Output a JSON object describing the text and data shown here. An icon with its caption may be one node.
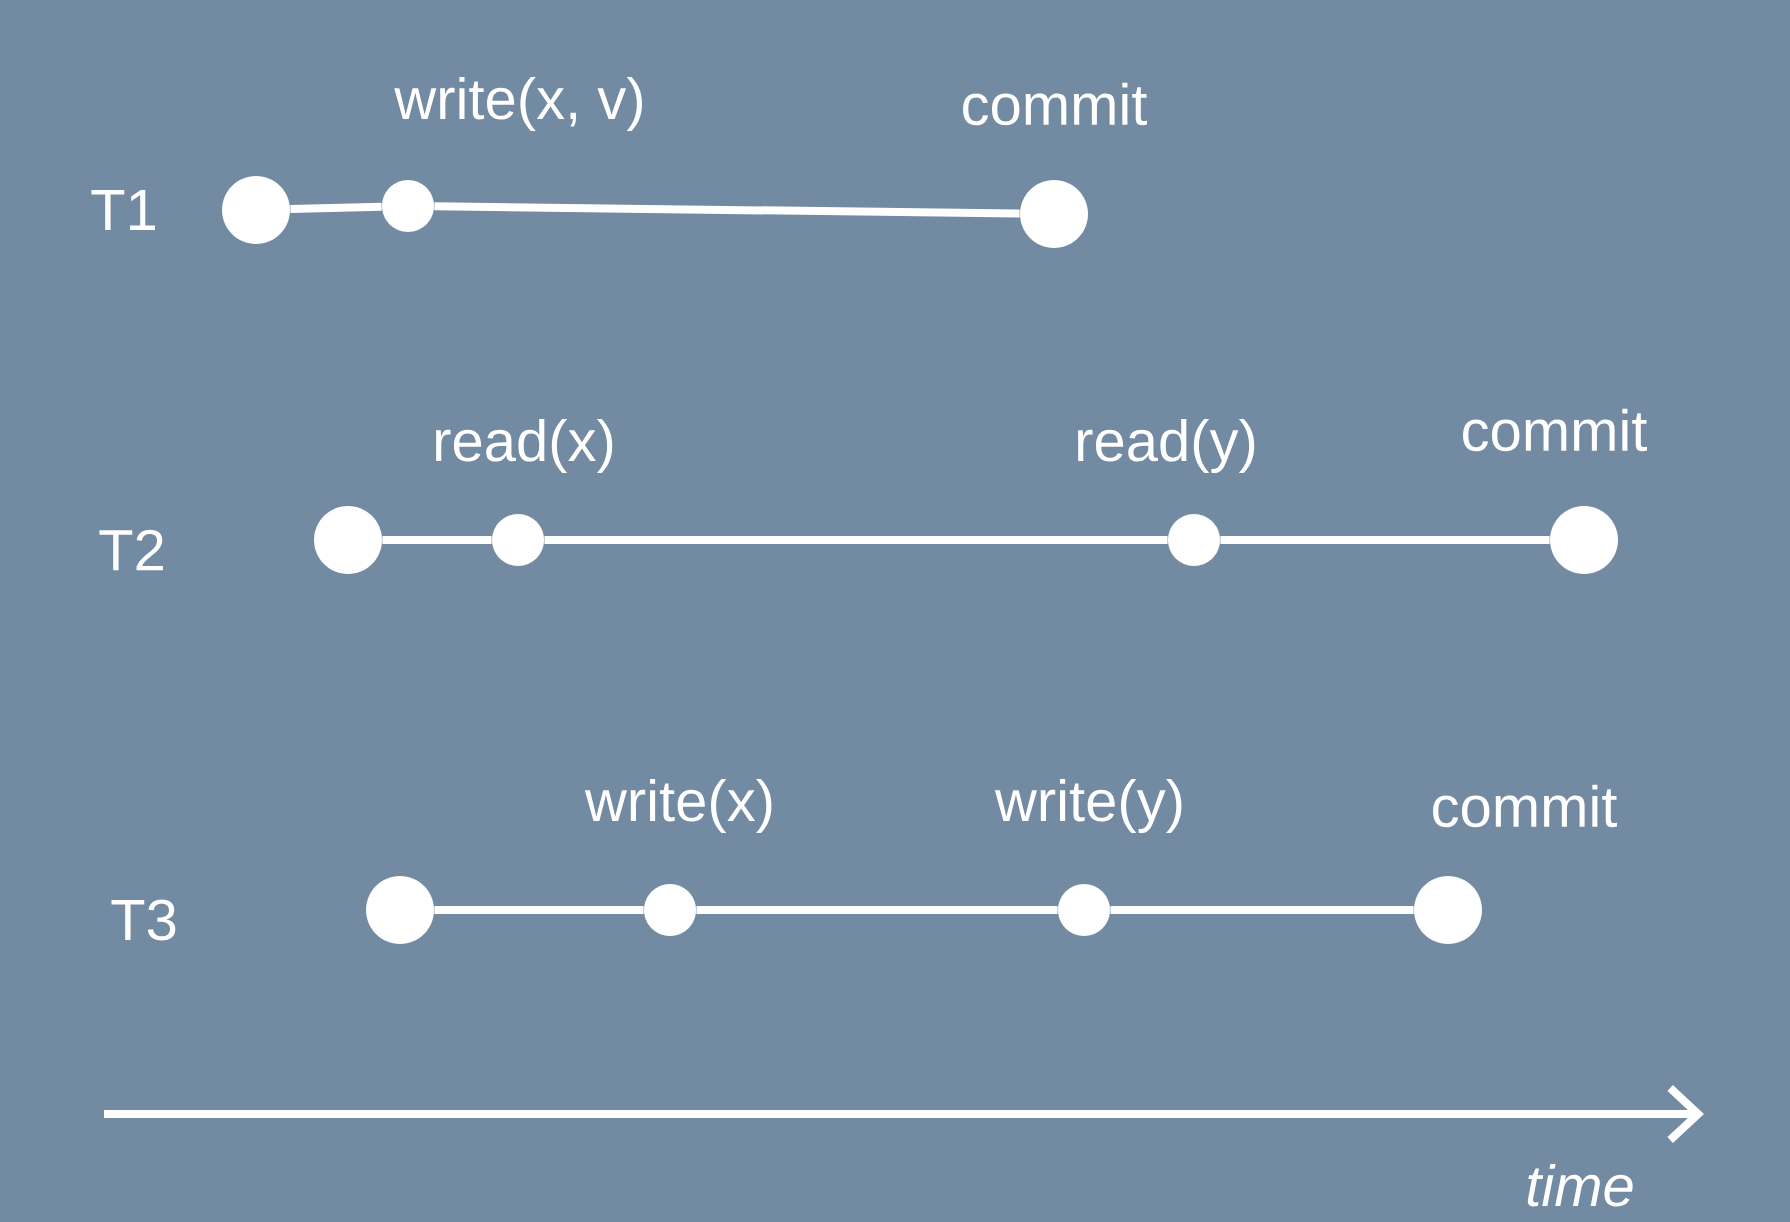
{
  "diagram": {
    "nodes": [
      {
        "text": [],
        "shape": "circle",
        "beside": [
          "T1"
        ]
      },
      {
        "text": [],
        "shape": "circle",
        "beside": [
          "write(x, v)"
        ]
      },
      {
        "text": [],
        "shape": "circle",
        "beside": [
          "commit"
        ]
      },
      {
        "text": [],
        "shape": "circle",
        "beside": [
          "T2"
        ]
      },
      {
        "text": [],
        "shape": "circle",
        "beside": [
          "read(x)"
        ]
      },
      {
        "text": [],
        "shape": "circle",
        "beside": [
          "read(y)"
        ]
      },
      {
        "text": [],
        "shape": "circle",
        "beside": [
          "commit"
        ]
      },
      {
        "text": [],
        "shape": "circle",
        "beside": [
          "T3"
        ]
      },
      {
        "text": [],
        "shape": "circle",
        "beside": [
          "write(x)"
        ]
      },
      {
        "text": [],
        "shape": "circle",
        "beside": [
          "write(y)"
        ]
      },
      {
        "text": [],
        "shape": "circle",
        "beside": [
          "commit"
        ]
      }
    ],
    "edges": [
      {
        "from": 0,
        "to": 1,
        "arrow": "none"
      },
      {
        "from": 1,
        "to": 2,
        "arrow": "none"
      },
      {
        "from": 3,
        "to": 4,
        "arrow": "none"
      },
      {
        "from": 4,
        "to": 5,
        "arrow": "none"
      },
      {
        "from": 5,
        "to": 6,
        "arrow": "none"
      },
      {
        "from": 7,
        "to": 8,
        "arrow": "none"
      },
      {
        "from": 8,
        "to": 9,
        "arrow": "none"
      },
      {
        "from": 9,
        "to": 10,
        "arrow": "none"
      }
    ],
    "labels": [
      "time"
    ]
  }
}
